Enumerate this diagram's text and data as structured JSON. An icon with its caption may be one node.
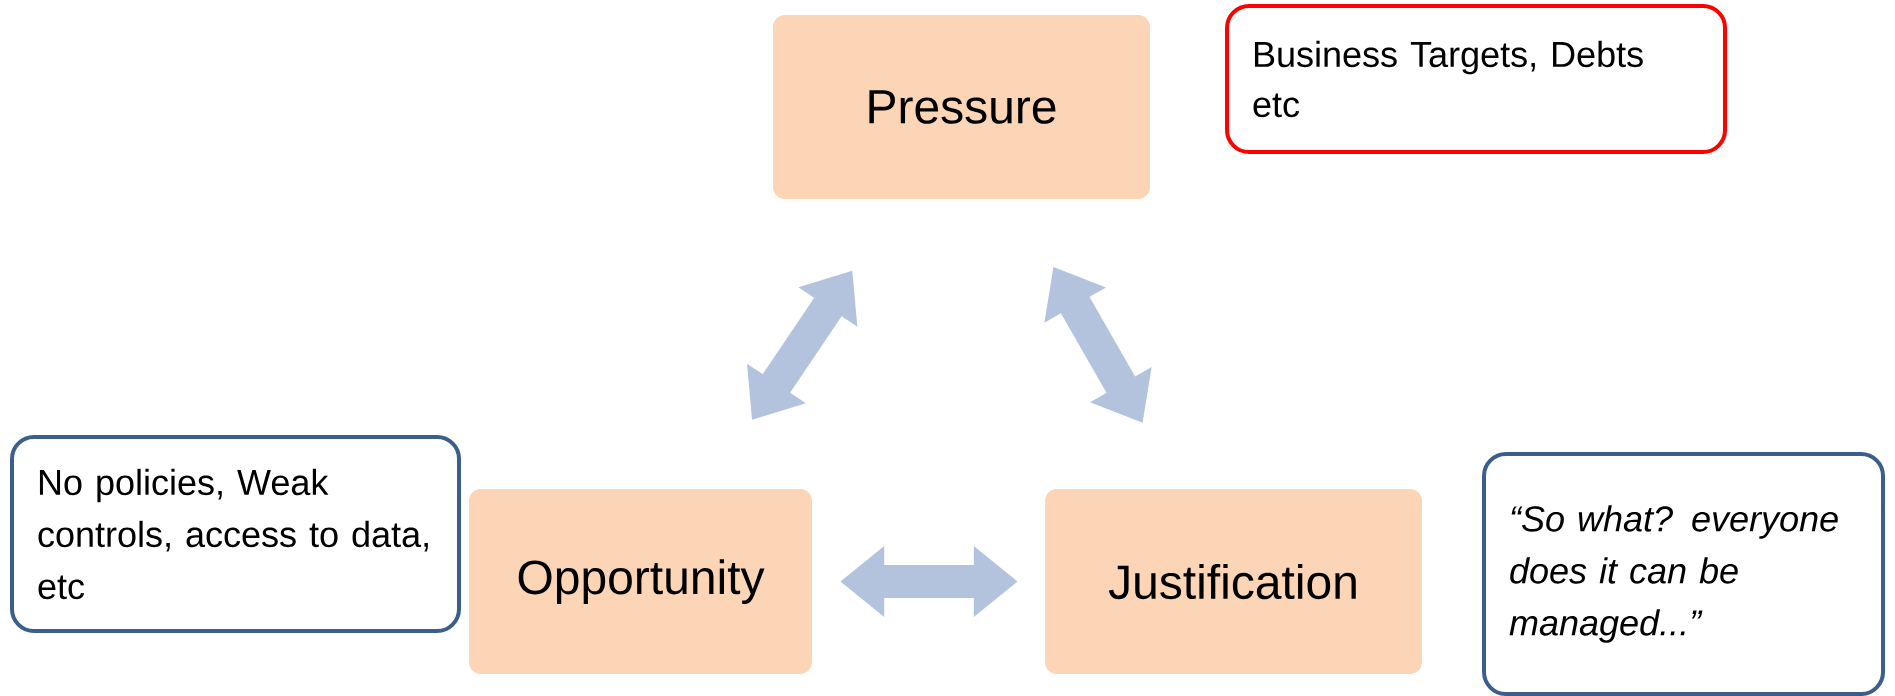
{
  "diagram": {
    "nodes": [
      {
        "text": [
          "Pressure"
        ]
      },
      {
        "text": [
          "Business Targets, Debts etc"
        ]
      },
      {
        "text": [
          "No policies, Weak controls, access to data, etc"
        ]
      },
      {
        "text": [
          "Opportunity"
        ]
      },
      {
        "text": [
          "Justification"
        ]
      },
      {
        "text": [
          "“So what? everyone does it can be managed...”"
        ]
      }
    ],
    "edges": [
      {
        "from": 3,
        "to": 0,
        "arrow": "both"
      },
      {
        "from": 0,
        "to": 4,
        "arrow": "both"
      },
      {
        "from": 3,
        "to": 4,
        "arrow": "both"
      }
    ]
  }
}
